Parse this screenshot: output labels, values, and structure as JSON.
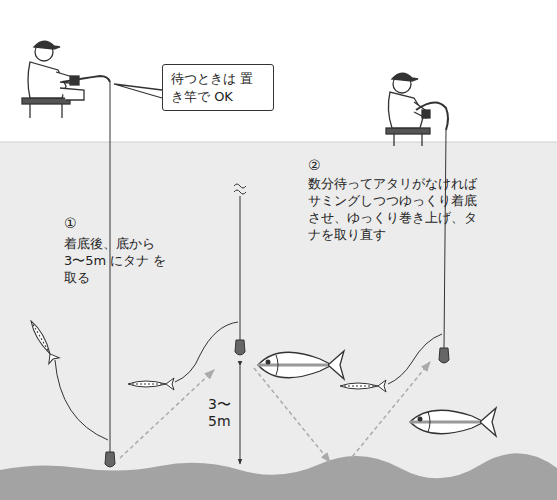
{
  "diagram": {
    "nodes": [
      {
        "text": [
          "待つときは 置き竿で OK"
        ]
      }
    ],
    "edges": [],
    "labels": [
      "①",
      "着底後、底から 3〜5m にタナ を取る",
      "②",
      "数分待ってアタリがなければ サミングしつつゆっくり着底 させ、ゆっくり巻き上げ、タ ナを取り直す",
      "3〜 5m"
    ]
  }
}
